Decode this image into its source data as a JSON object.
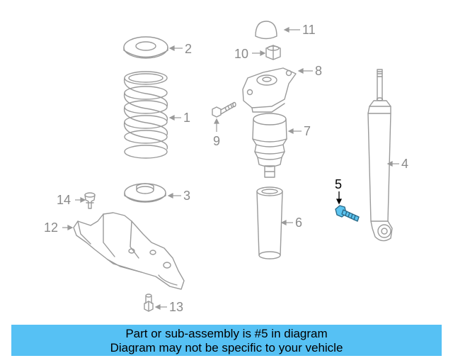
{
  "callouts": {
    "c1": "1",
    "c2": "2",
    "c3": "3",
    "c4": "4",
    "c5": "5",
    "c6": "6",
    "c7": "7",
    "c8": "8",
    "c9": "9",
    "c10": "10",
    "c11": "11",
    "c12": "12",
    "c13": "13",
    "c14": "14"
  },
  "highlighted_part": "5",
  "colors": {
    "line_art": "#9a9a9a",
    "label": "#8a8a8a",
    "highlight": "#5bc3ef",
    "caption_bg": "#56c1f4"
  },
  "caption": {
    "line1": "Part or sub-assembly is #5 in diagram",
    "line2": "Diagram may not be specific to your vehicle"
  }
}
